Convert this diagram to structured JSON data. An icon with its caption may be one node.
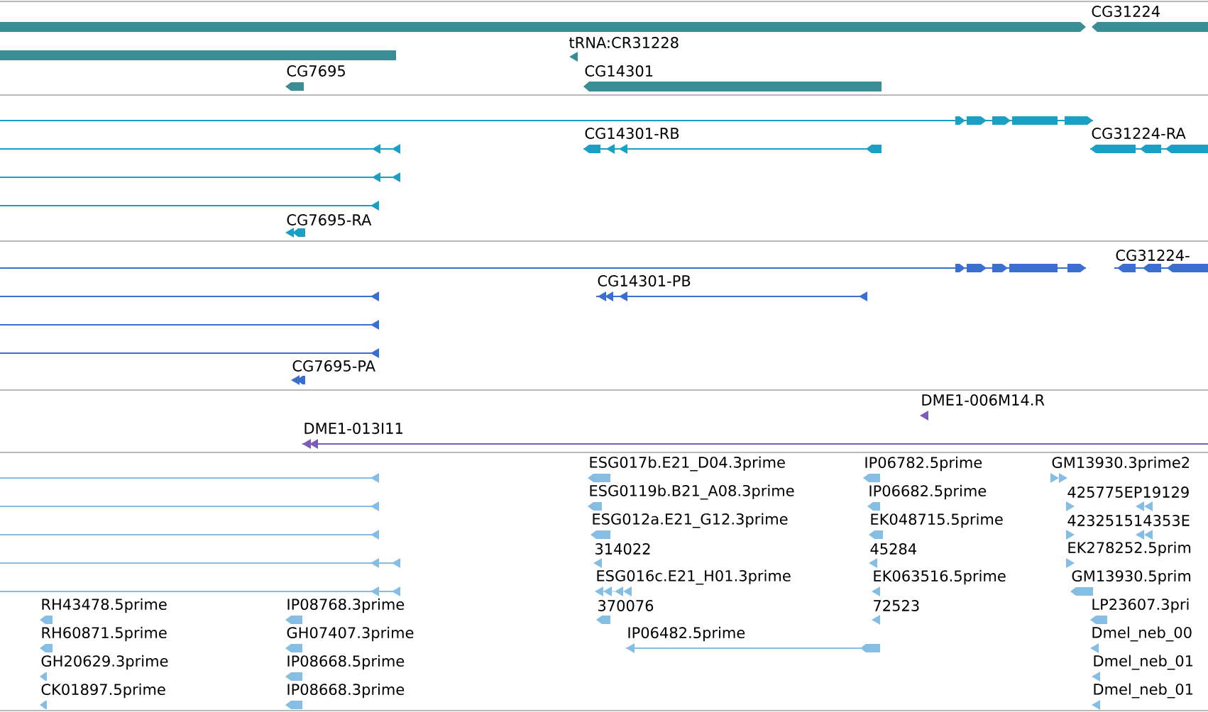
{
  "diagram": {
    "labels": [
      "CG31224",
      "tRNA:CR31228",
      "CG7695",
      "CG14301",
      "CG14301-RB",
      "CG31224-RA",
      "CG7695-RA",
      "CG31224-",
      "CG14301-PB",
      "CG7695-PA",
      "DME1-006M14.R",
      "DME1-013I11",
      "ESG017b.E21_D04.3prime",
      "IP06782.5prime",
      "GM13930.3prime2",
      "ESG0119b.B21_A08.3prime",
      "IP06682.5prime",
      "425775EP19129",
      "ESG012a.E21_G12.3prime",
      "EK048715.5prime",
      "423251514353E",
      "314022",
      "45284",
      "EK278252.5prim",
      "ESG016c.E21_H01.3prime",
      "EK063516.5prime",
      "GM13930.5prim",
      "RH43478.5prime",
      "IP08768.3prime",
      "370076",
      "72523",
      "LP23607.3pri",
      "RH60871.5prime",
      "GH07407.3prime",
      "IP06482.5prime",
      "Dmel_neb_00",
      "GH20629.3prime",
      "IP08668.5prime",
      "Dmel_neb_01",
      "CK01897.5prime",
      "IP08668.3prime",
      "Dmel_neb_01"
    ]
  }
}
